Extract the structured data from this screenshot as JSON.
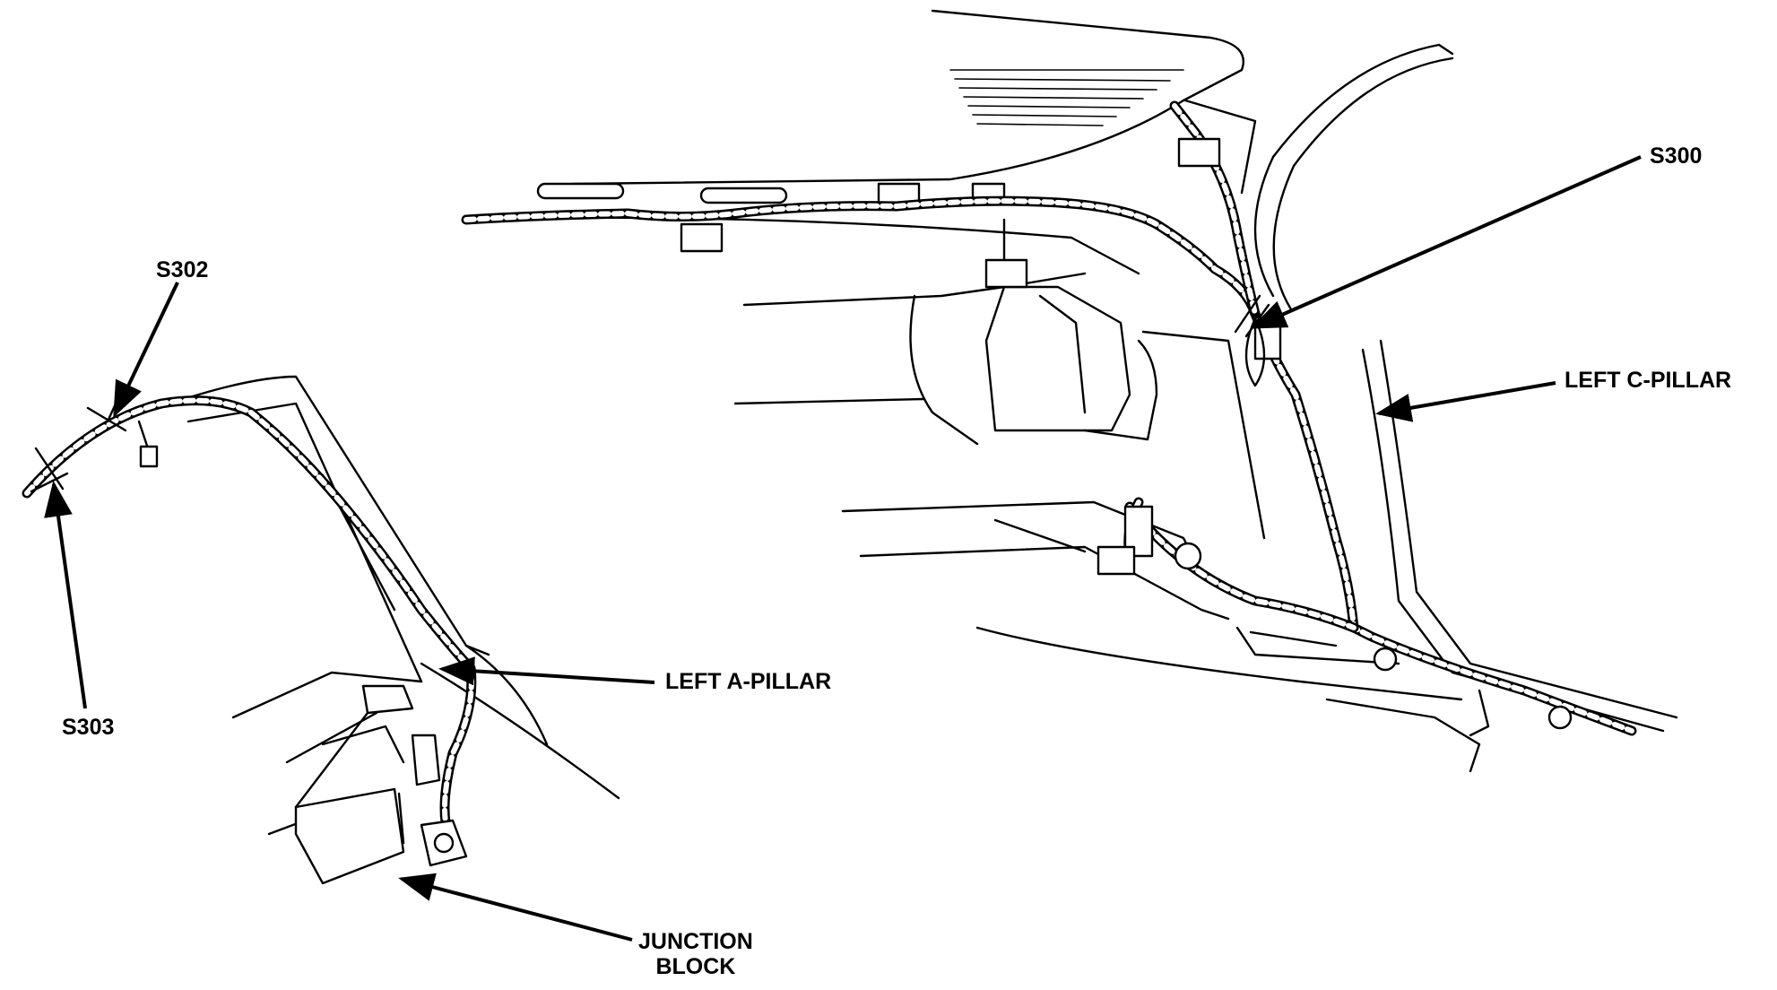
{
  "callouts": {
    "s300": "S300",
    "s302": "S302",
    "s303": "S303",
    "left_c_pillar": "LEFT C-PILLAR",
    "left_a_pillar": "LEFT A-PILLAR",
    "junction_block_line1": "JUNCTION",
    "junction_block_line2": "BLOCK"
  }
}
